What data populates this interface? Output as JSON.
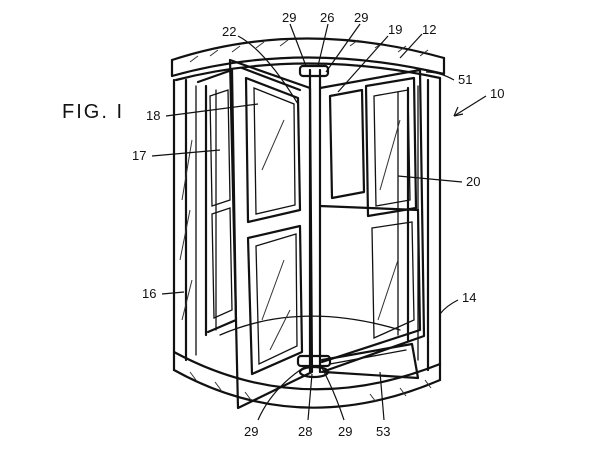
{
  "figure": {
    "title": "FIG. I",
    "reference_numerals": {
      "r22": "22",
      "r29a": "29",
      "r26": "26",
      "r29b": "29",
      "r19": "19",
      "r12": "12",
      "r51": "51",
      "r10": "10",
      "r18": "18",
      "r17": "17",
      "r20": "20",
      "r16": "16",
      "r14": "14",
      "r29c": "29",
      "r28": "28",
      "r29d": "29",
      "r53": "53"
    }
  }
}
